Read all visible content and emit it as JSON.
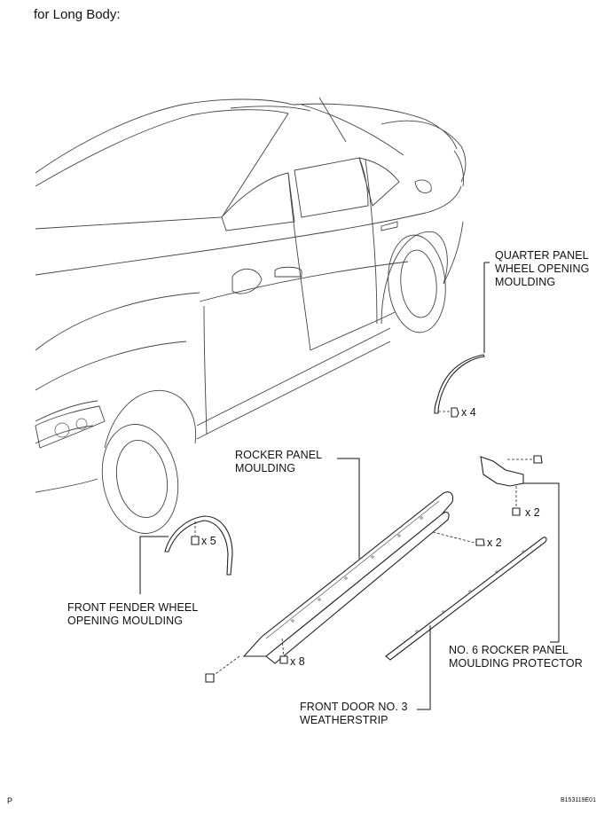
{
  "heading": "for Long Body:",
  "labels": {
    "quarter_panel": [
      "QUARTER PANEL",
      "WHEEL OPENING",
      "MOULDING"
    ],
    "rocker_panel": [
      "ROCKER PANEL",
      "MOULDING"
    ],
    "front_fender": [
      "FRONT FENDER WHEEL",
      "OPENING MOULDING"
    ],
    "rocker_protector": [
      "NO. 6 ROCKER PANEL",
      "MOULDING PROTECTOR"
    ],
    "weatherstrip": [
      "FRONT DOOR NO. 3",
      "WEATHERSTRIP"
    ]
  },
  "quantities": {
    "quarter_clips": "x 4",
    "rocker_bracket_clips": "x 2",
    "rocker_screws": "x 2",
    "fender_clips": "x 5",
    "rocker_lower_clips": "x 8"
  },
  "footer": {
    "left": "P",
    "code": "B153119E01"
  }
}
